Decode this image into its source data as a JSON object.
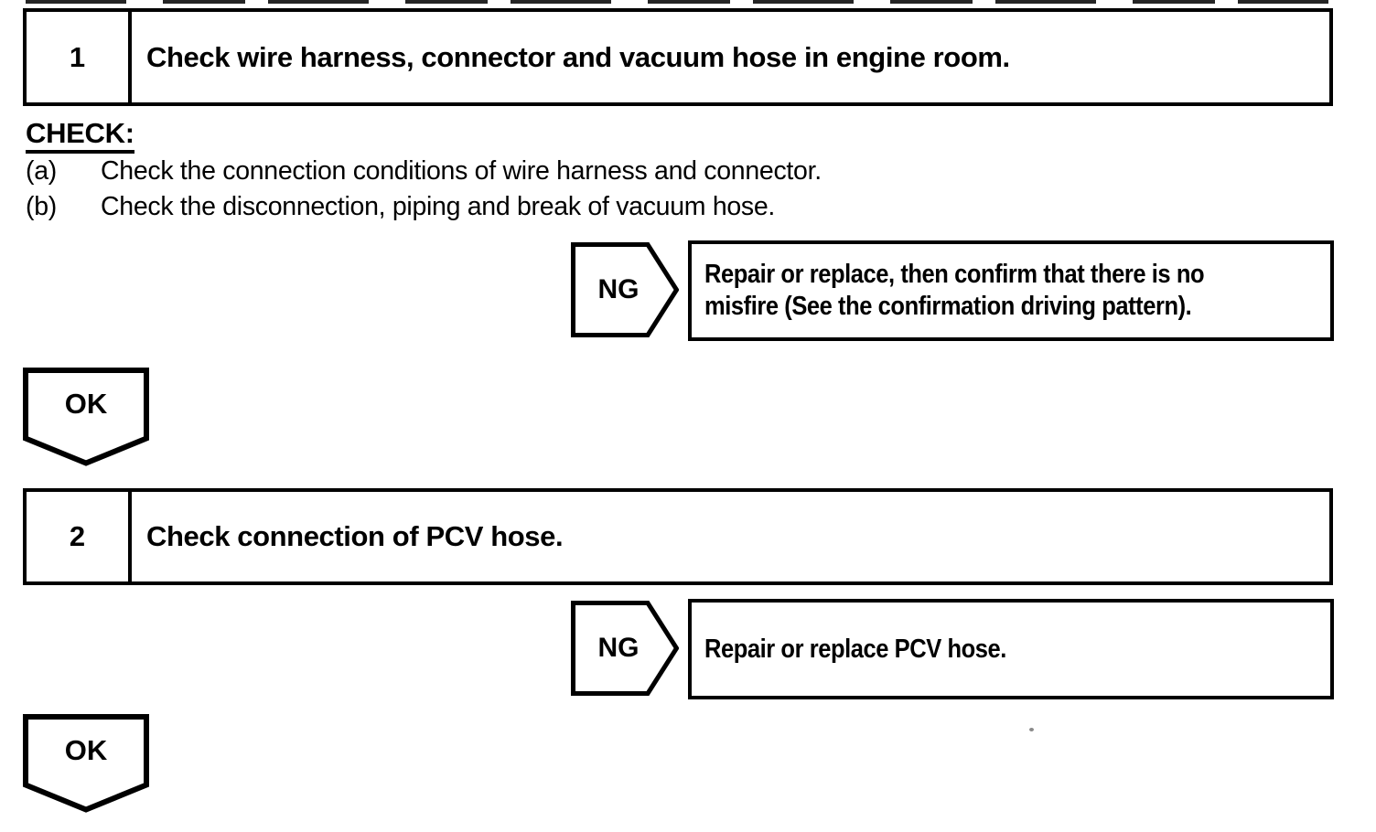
{
  "flowchart": {
    "steps": [
      {
        "number": "1",
        "title": "Check wire harness, connector and vacuum hose in engine room."
      },
      {
        "number": "2",
        "title": "Check connection of PCV hose."
      }
    ],
    "check_section": {
      "heading": "CHECK:",
      "items": [
        {
          "label": "(a)",
          "text": "Check the connection conditions of wire harness and connector."
        },
        {
          "label": "(b)",
          "text": "Check the disconnection, piping and break of vacuum hose."
        }
      ]
    },
    "branch_1": {
      "label": "NG",
      "result_line_1": "Repair or replace, then confirm that there is no",
      "result_line_2": "misfire (See the confirmation driving pattern)."
    },
    "branch_2": {
      "label": "NG",
      "result_line_1": "Repair or replace PCV hose.",
      "result_line_2": ""
    },
    "ok_1": {
      "label": "OK"
    },
    "ok_2": {
      "label": "OK"
    }
  },
  "colors": {
    "ink": "#000000",
    "paper": "#ffffff"
  }
}
